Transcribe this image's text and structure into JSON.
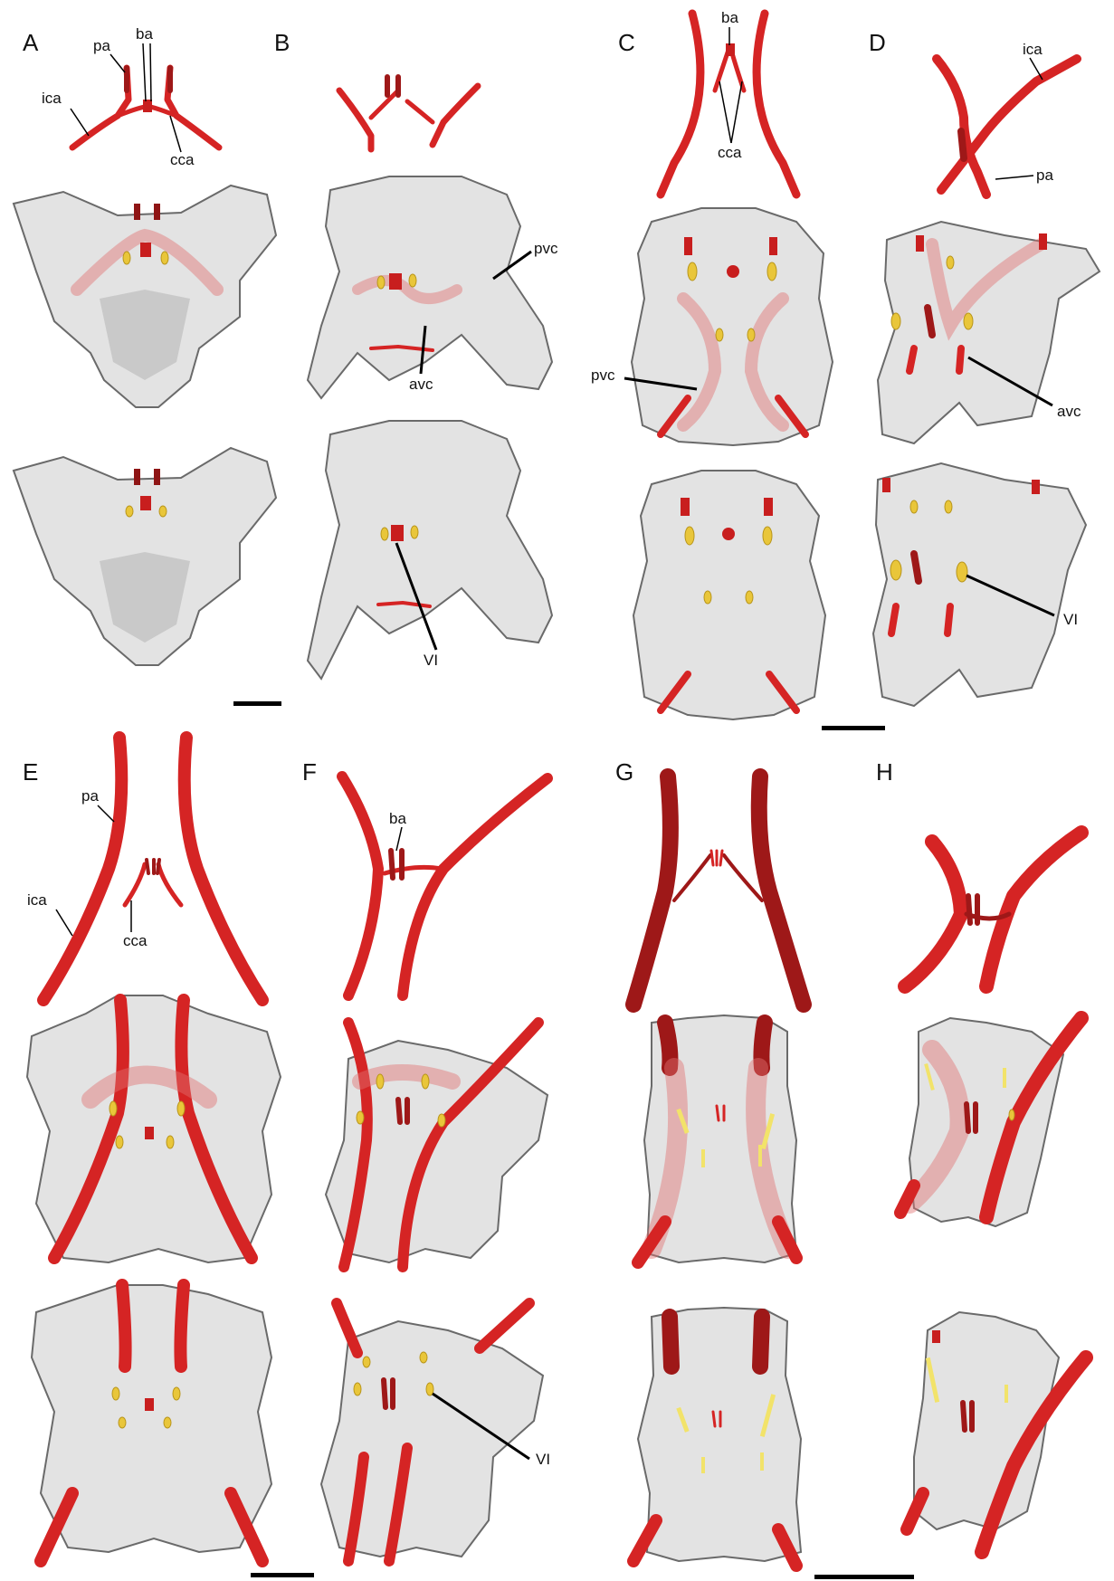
{
  "panels": [
    "A",
    "B",
    "C",
    "D",
    "E",
    "F",
    "G",
    "H"
  ],
  "labels": {
    "pa": "pa",
    "ba": "ba",
    "ica": "ica",
    "cca": "cca",
    "pvc": "pvc",
    "avc": "avc",
    "VI": "VI"
  },
  "colors": {
    "artery": "#d52424",
    "artery_dark": "#9e1818",
    "nerve": "#e9c63a",
    "bone": "#e3e3e3"
  }
}
